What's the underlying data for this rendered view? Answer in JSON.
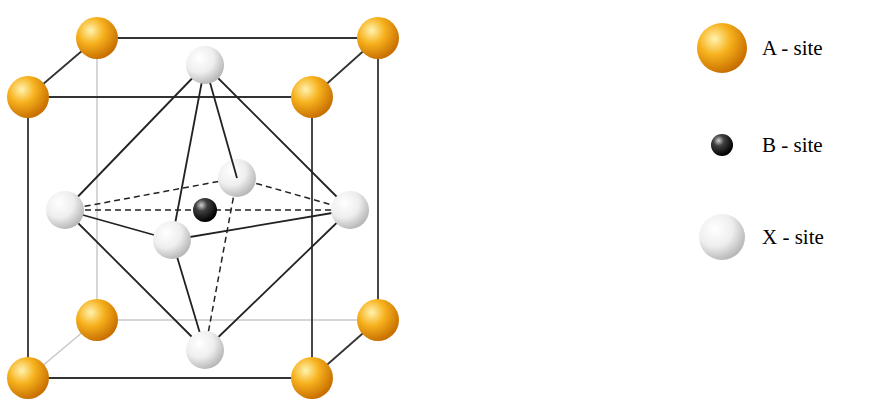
{
  "diagram": {
    "legend": [
      {
        "text": "A - site"
      },
      {
        "text": "B - site"
      },
      {
        "text": "X - site"
      }
    ]
  }
}
